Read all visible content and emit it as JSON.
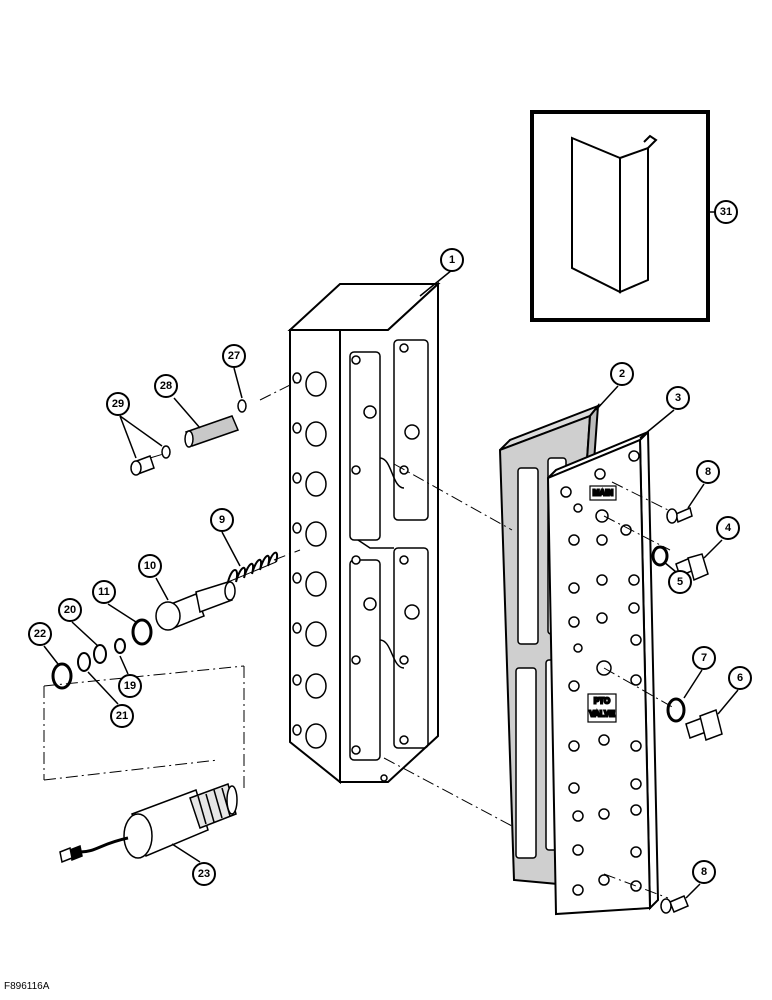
{
  "figure_code": "F896116A",
  "plate_labels": {
    "main": "MAIN",
    "pto_line1": "PTO",
    "pto_line2": "VALVE"
  },
  "callouts": {
    "c1": "1",
    "c2": "2",
    "c3": "3",
    "c4": "4",
    "c5": "5",
    "c6": "6",
    "c7": "7",
    "c8a": "8",
    "c8b": "8",
    "c9": "9",
    "c10": "10",
    "c11": "11",
    "c19": "19",
    "c20": "20",
    "c21": "21",
    "c22": "22",
    "c23": "23",
    "c27": "27",
    "c28": "28",
    "c29": "29",
    "c31": "31"
  }
}
